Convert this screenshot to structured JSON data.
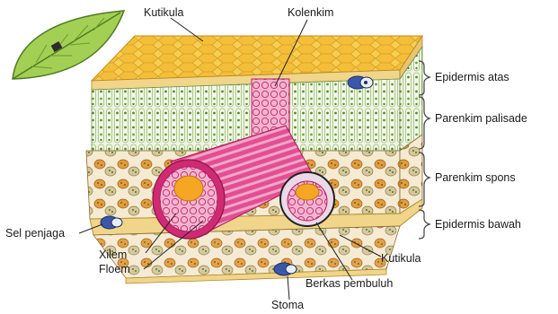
{
  "labels": {
    "kutikula_top": "Kutikula",
    "kolenkim": "Kolenkim",
    "epidermis_atas": "Epidermis atas",
    "parenkim_palisade": "Parenkim palisade",
    "parenkim_spons": "Parenkim spons",
    "epidermis_bawah": "Epidermis bawah",
    "sel_penjaga": "Sel penjaga",
    "xilem": "Xilem",
    "floem": "Floem",
    "kutikula_bottom": "Kutikula",
    "berkas_pembuluh": "Berkas pembuluh",
    "stoma": "Stoma"
  },
  "colors": {
    "cuticle_yellow": "#f2c94c",
    "palisade_green": "#7fae4a",
    "spongy_orange": "#d9822b",
    "vascular_pink": "#d6307a",
    "guard_cell_blue": "#3b57a8",
    "leaf_green": "#9ccc4a"
  }
}
